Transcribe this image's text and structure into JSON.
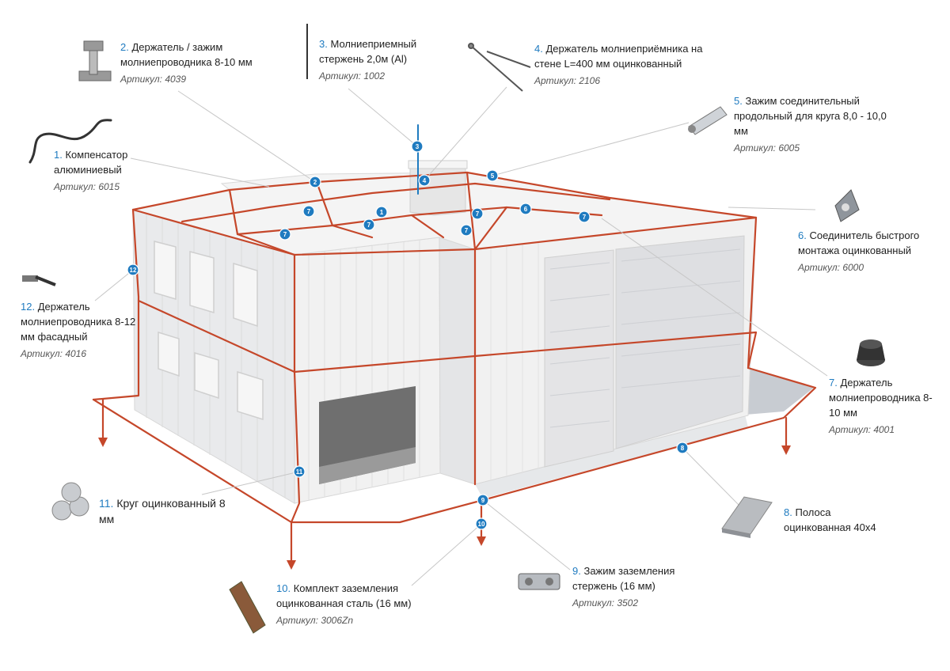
{
  "colors": {
    "accent_blue": "#1f7bc0",
    "conductor_red": "#c5472a",
    "wall": "#ececec",
    "roof": "#f2f2f2"
  },
  "items": [
    {
      "n": "1.",
      "text": "Компенсатор алюминиевый",
      "art": "Артикул: 6015",
      "icon": "compensator-icon"
    },
    {
      "n": "2.",
      "text": "Держатель / зажим молниепроводника 8-10 мм",
      "art": "Артикул: 4039",
      "icon": "holder-clamp-icon"
    },
    {
      "n": "3.",
      "text": "Молниеприемный стержень 2,0м (Al)",
      "art": "Артикул: 1002",
      "icon": "air-rod-icon"
    },
    {
      "n": "4.",
      "text": "Держатель молниеприёмника на стене L=400 мм оцинкованный",
      "art": "Артикул: 2106",
      "icon": "wall-holder-icon"
    },
    {
      "n": "5.",
      "text": "Зажим соединительный продольный для круга 8,0 - 10,0 мм",
      "art": "Артикул: 6005",
      "icon": "longitudinal-clamp-icon"
    },
    {
      "n": "6.",
      "text": "Соединитель быстрого монтажа оцинкованный",
      "art": "Артикул: 6000",
      "icon": "quick-connector-icon"
    },
    {
      "n": "7.",
      "text": "Держатель молниепроводника 8-10 мм",
      "art": "Артикул: 4001",
      "icon": "concrete-holder-icon"
    },
    {
      "n": "8.",
      "text": "Полоса оцинкованная 40х4",
      "art": "",
      "icon": "steel-strip-icon"
    },
    {
      "n": "9.",
      "text": "Зажим заземления стержень (16 мм)",
      "art": "Артикул: 3502",
      "icon": "earth-clamp-icon"
    },
    {
      "n": "10.",
      "text": "Комплект заземления оцинкованная сталь (16 мм)",
      "art": "Артикул: 3006Zn",
      "icon": "earthing-kit-icon"
    },
    {
      "n": "11.",
      "text": "Круг оцинкованный 8 мм",
      "art": "",
      "icon": "round-wire-icon"
    },
    {
      "n": "12.",
      "text": "Держатель молниепроводника 8-12 мм фасадный",
      "art": "Артикул: 4016",
      "icon": "facade-holder-icon"
    }
  ],
  "markers": [
    "1",
    "2",
    "3",
    "4",
    "5",
    "6",
    "7",
    "7",
    "7",
    "7",
    "7",
    "7",
    "8",
    "9",
    "10",
    "11",
    "12"
  ]
}
